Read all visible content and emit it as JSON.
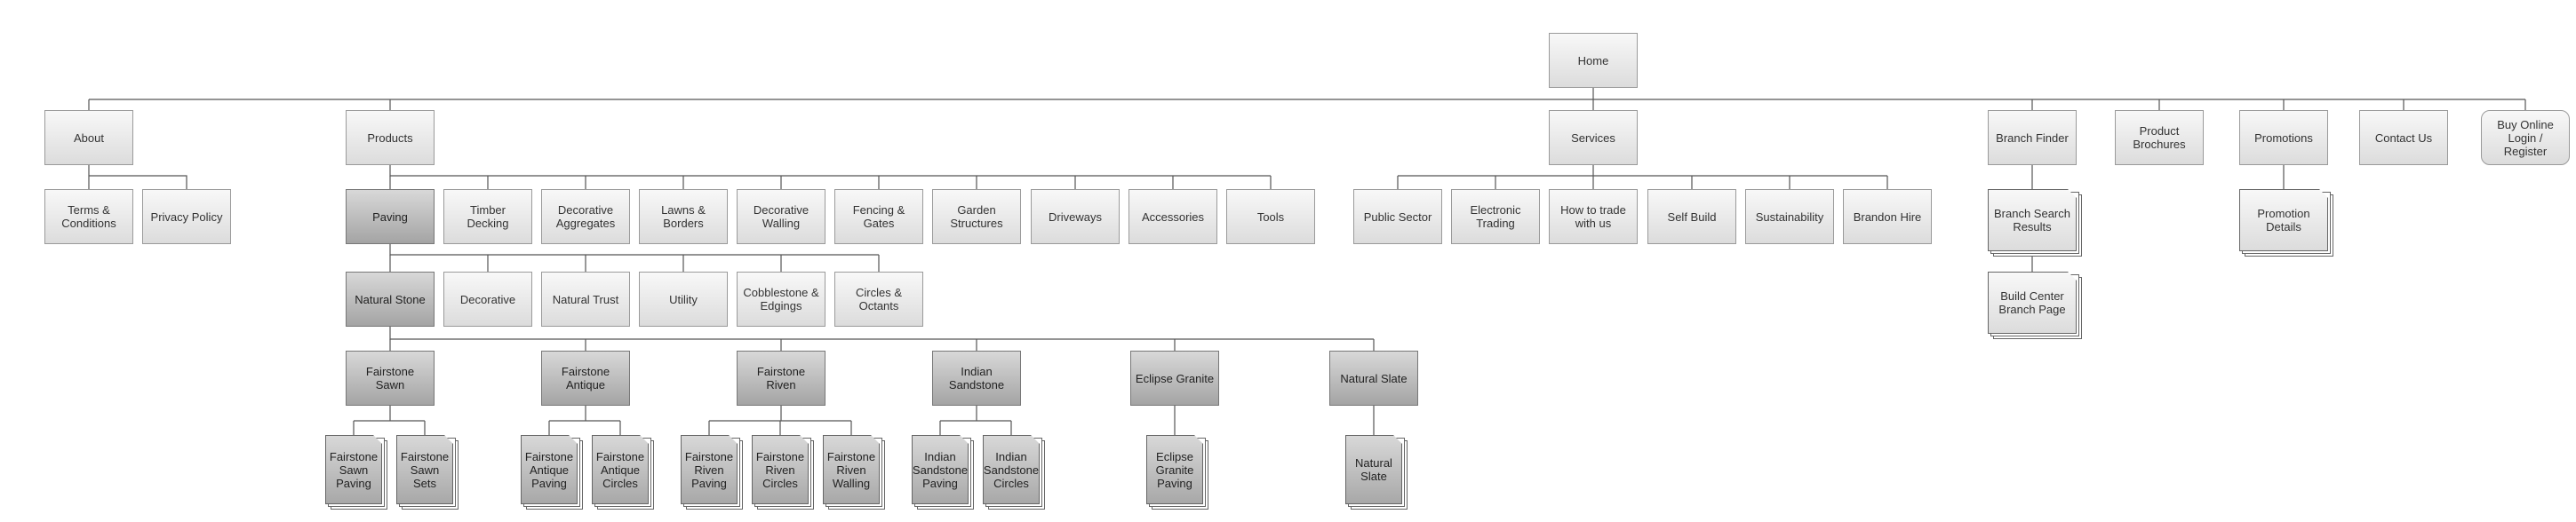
{
  "sitemap": {
    "home": "Home",
    "top_level": {
      "about": "About",
      "products": "Products",
      "services": "Services",
      "branch_finder": "Branch Finder",
      "product_brochures": "Product\nBrochures",
      "promotions": "Promotions",
      "contact_us": "Contact Us",
      "buy_online": "Buy Online\nLogin / Register"
    },
    "about_children": {
      "terms": "Terms &\nConditions",
      "privacy": "Privacy Policy"
    },
    "product_categories": {
      "paving": "Paving",
      "timber_decking": "Timber Decking",
      "decorative_aggregates": "Decorative\nAggregates",
      "lawns_borders": "Lawns &\nBorders",
      "decorative_walling": "Decorative\nWalling",
      "fencing_gates": "Fencing &\nGates",
      "garden_structures": "Garden\nStructures",
      "driveways": "Driveways",
      "accessories": "Accessories",
      "tools": "Tools"
    },
    "paving_types": {
      "natural_stone": "Natural Stone",
      "decorative": "Decorative",
      "natural_trust": "Natural Trust",
      "utility": "Utility",
      "cobblestone": "Cobblestone &\nEdgings",
      "circles_octants": "Circles &\nOctants"
    },
    "natural_stone_ranges": {
      "fairstone_sawn": "Fairstone Sawn",
      "fairstone_antique": "Fairstone\nAntique",
      "fairstone_riven": "Fairstone Riven",
      "indian_sandstone": "Indian\nSandstone",
      "eclipse_granite": "Eclipse Granite",
      "natural_slate": "Natural Slate"
    },
    "product_pages": {
      "fs_sawn_paving": "Fairstone\nSawn\nPaving",
      "fs_sawn_sets": "Fairstone\nSawn\nSets",
      "fs_antique_paving": "Fairstone\nAntique\nPaving",
      "fs_antique_circles": "Fairstone\nAntique\nCircles",
      "fs_riven_paving": "Fairstone\nRiven\nPaving",
      "fs_riven_circles": "Fairstone\nRiven\nCircles",
      "fs_riven_walling": "Fairstone\nRiven\nWalling",
      "is_paving": "Indian\nSandstone\nPaving",
      "is_circles": "Indian\nSandstone\nCircles",
      "eg_paving": "Eclipse\nGranite\nPaving",
      "ns_slate": "Natural\nSlate"
    },
    "services_children": {
      "public_sector": "Public Sector",
      "electronic_trading": "Electronic\nTrading",
      "how_to_trade": "How to trade\nwith us",
      "self_build": "Self Build",
      "sustainability": "Sustainability",
      "brandon_hire": "Brandon Hire"
    },
    "branch_children": {
      "search_results": "Branch Search\nResults",
      "build_center": "Build Center\nBranch Page"
    },
    "promotion_children": {
      "details": "Promotion\nDetails"
    }
  }
}
